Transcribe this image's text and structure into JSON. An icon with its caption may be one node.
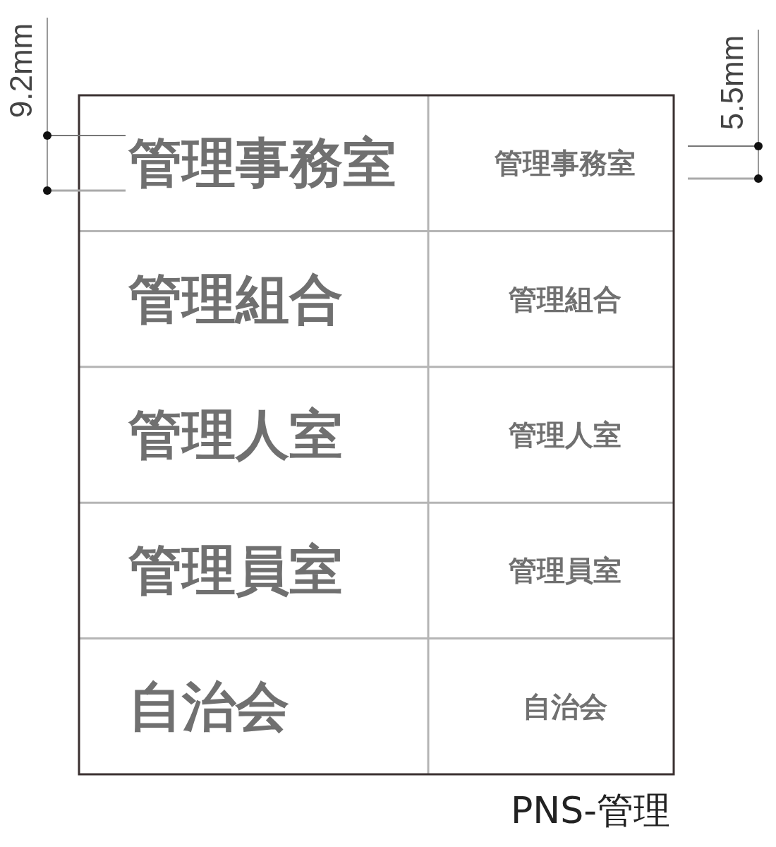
{
  "diagram": {
    "caption": "PNS-管理",
    "labels": [
      "9.2mm",
      "5.5mm",
      "管理事務室",
      "管理事務室",
      "管理組合",
      "管理組合",
      "管理人室",
      "管理人室",
      "管理員室",
      "管理員室",
      "自治会",
      "自治会"
    ]
  }
}
